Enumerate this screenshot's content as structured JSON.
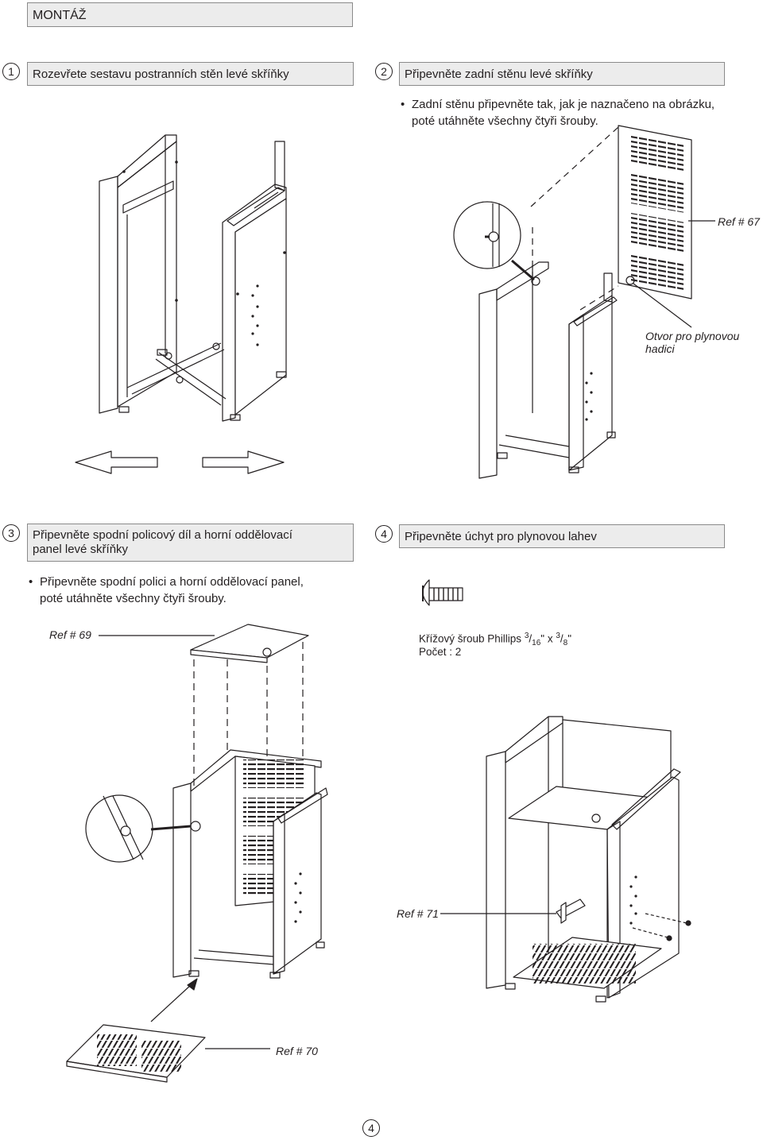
{
  "header": {
    "title": "MONTÁŽ"
  },
  "steps": [
    {
      "num": "1",
      "title": "Rozevřete sestavu postranních stěn levé skříňky"
    },
    {
      "num": "2",
      "title": "Připevněte zadní stěnu levé skříňky",
      "bullet": [
        "Zadní stěnu připevněte tak, jak je naznačeno na obrázku,",
        "poté utáhněte všechny čtyři šrouby."
      ]
    },
    {
      "num": "3",
      "title": [
        "Připevněte spodní policový díl a horní oddělovací",
        "panel levé skříňky"
      ],
      "bullet": [
        "Připevněte spodní polici a horní oddělovací panel,",
        "poté utáhněte všechny čtyři šrouby."
      ]
    },
    {
      "num": "4",
      "title": "Připevněte úchyt pro plynovou lahev"
    }
  ],
  "refs": {
    "r67": "Ref # 67",
    "hose_hole": "Otvor pro plynovou hadici",
    "r69": "Ref # 69",
    "r70": "Ref # 70",
    "r71": "Ref # 71"
  },
  "screw": {
    "name": "Křížový šroub Phillips",
    "size_a_num": "3",
    "size_a_den": "16",
    "size_sep": "\" x ",
    "size_b_num": "3",
    "size_b_den": "8",
    "size_end": "\"",
    "count": "Počet : 2"
  },
  "page_number": "4"
}
